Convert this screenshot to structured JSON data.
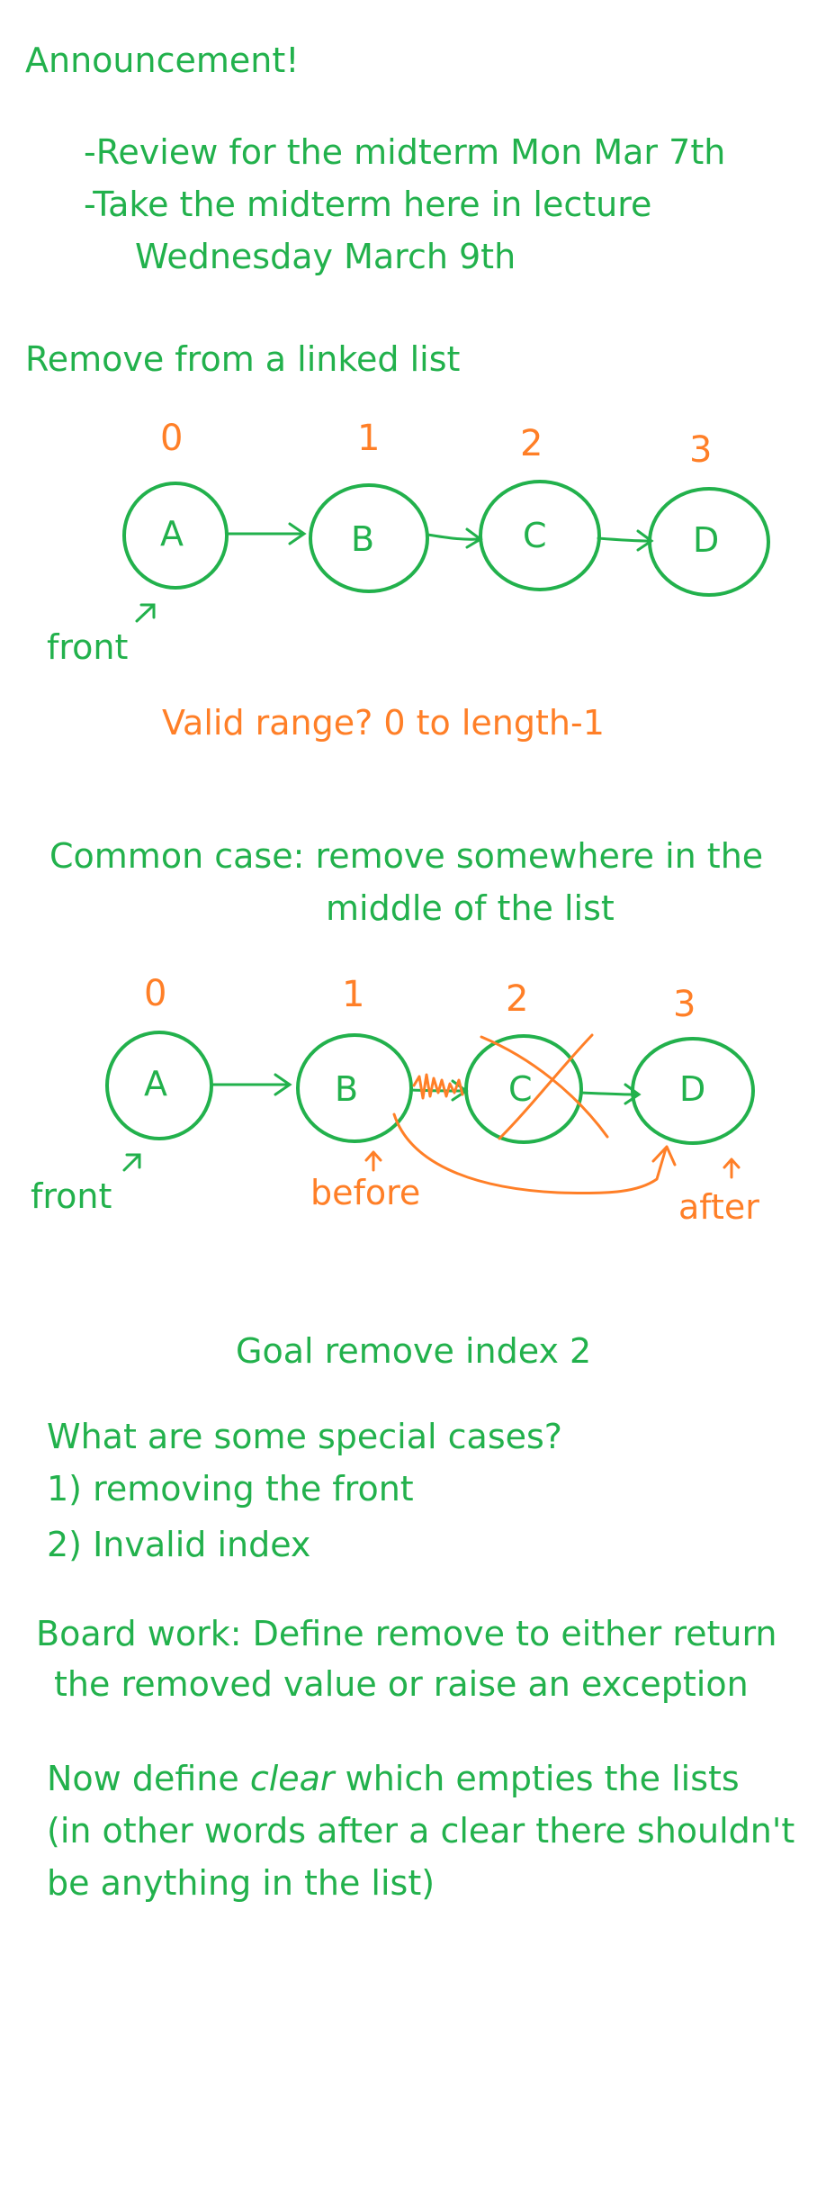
{
  "announcement": {
    "title": "Announcement!",
    "items": [
      "-Review for the midterm Mon Mar 7th",
      "-Take the midterm here in lecture",
      "Wednesday March 9th"
    ]
  },
  "diagram1": {
    "heading": "Remove from a linked list",
    "indices": [
      "0",
      "1",
      "2",
      "3"
    ],
    "nodes": [
      "A",
      "B",
      "C",
      "D"
    ],
    "front_label": "front",
    "valid_range": "Valid range?  0 to length-1"
  },
  "diagram2": {
    "heading_line1": "Common case: remove somewhere in the",
    "heading_line2": "middle of the list",
    "indices": [
      "0",
      "1",
      "2",
      "3"
    ],
    "nodes": [
      "A",
      "B",
      "C",
      "D"
    ],
    "front_label": "front",
    "before_label": "before",
    "after_label": "after",
    "goal": "Goal remove index 2"
  },
  "special_cases": {
    "question": "What are some special cases?",
    "items": [
      "1) removing the front",
      "2) Invalid index"
    ]
  },
  "board_work": {
    "line1": "Board work: Define remove to either return",
    "line2": "the removed value or raise an exception"
  },
  "clear_task": {
    "prefix": "Now define ",
    "keyword": "clear",
    "suffix": " which empties the lists",
    "line2": "(in other words after a clear there shouldn't",
    "line3": "be anything in the list)"
  },
  "colors": {
    "green": "#22b14c",
    "orange": "#ff7f27"
  }
}
